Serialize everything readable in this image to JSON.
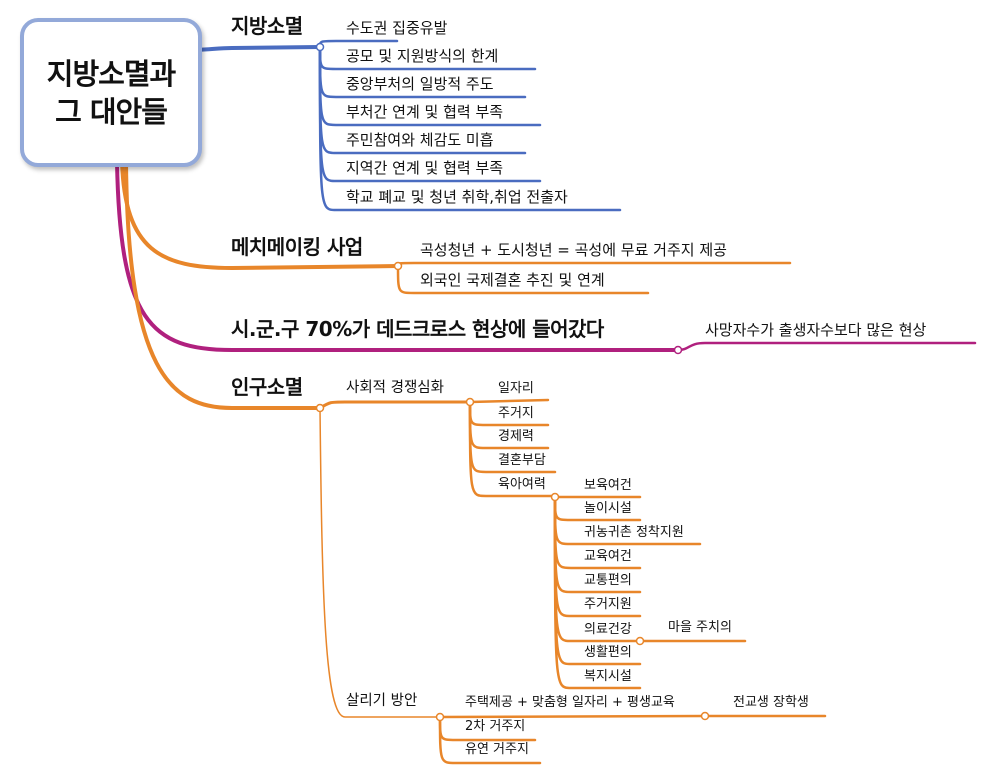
{
  "central": {
    "line1": "지방소멸과",
    "line2": "그 대안들"
  },
  "colors": {
    "blue": "#4a6cc0",
    "orange": "#e8862a",
    "purple": "#b0207e",
    "border": "#93a9d9"
  },
  "branches": {
    "local": {
      "label": "지방소멸",
      "children": [
        "수도권 집중유발",
        "공모 및 지원방식의 한계",
        "중앙부처의 일방적 주도",
        "부처간 연계 및 협력 부족",
        "주민참여와 체감도 미흡",
        "지역간 연계 및 협력 부족",
        "학교 폐교 및 청년 취학,취업 전출자"
      ]
    },
    "matching": {
      "label": "메치메이킹 사업",
      "children": [
        "곡성청년 + 도시청년 = 곡성에 무료 거주지 제공",
        "외국인 국제결혼 추진 및 연계"
      ]
    },
    "deadcross": {
      "label": "시.군.구 70%가 데드크로스 현상에 들어갔다",
      "children": [
        "사망자수가 출생자수보다 많은 현상"
      ]
    },
    "population": {
      "label": "인구소멸",
      "competition": {
        "label": "사회적 경쟁심화",
        "children": [
          "일자리",
          "주거지",
          "경제력",
          "결혼부담",
          "육아여력"
        ],
        "childcare": {
          "children": [
            "보육여건",
            "놀이시설",
            "귀농귀촌 정착지원",
            "교육여건",
            "교통편의",
            "주거지원",
            "의료건강",
            "생활편의",
            "복지시설"
          ],
          "medical_child": "마을 주치의"
        }
      },
      "revival": {
        "label": "살리기 방안",
        "children": [
          "주택제공 + 맞춤형 일자리 + 평생교육",
          "2차 거주지",
          "유연 거주지"
        ],
        "first_child": "전교생 장학생"
      }
    }
  }
}
